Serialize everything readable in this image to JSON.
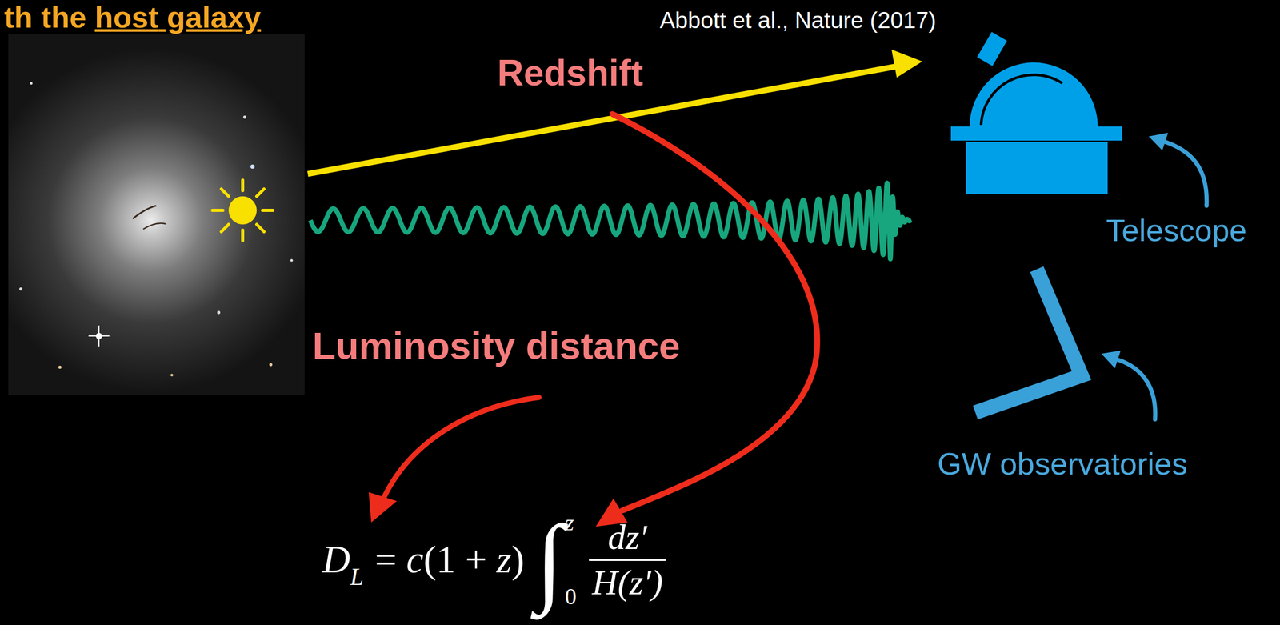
{
  "diagram": {
    "title": "th the host galaxy",
    "labels": [
      "Abbott et al., Nature (2017)",
      "Redshift",
      "Luminosity distance",
      "Telescope",
      "GW observatories",
      "D",
      "L",
      "= c(1 + z)",
      "∫",
      "z",
      "0",
      "dz′",
      "H(z′)"
    ]
  }
}
